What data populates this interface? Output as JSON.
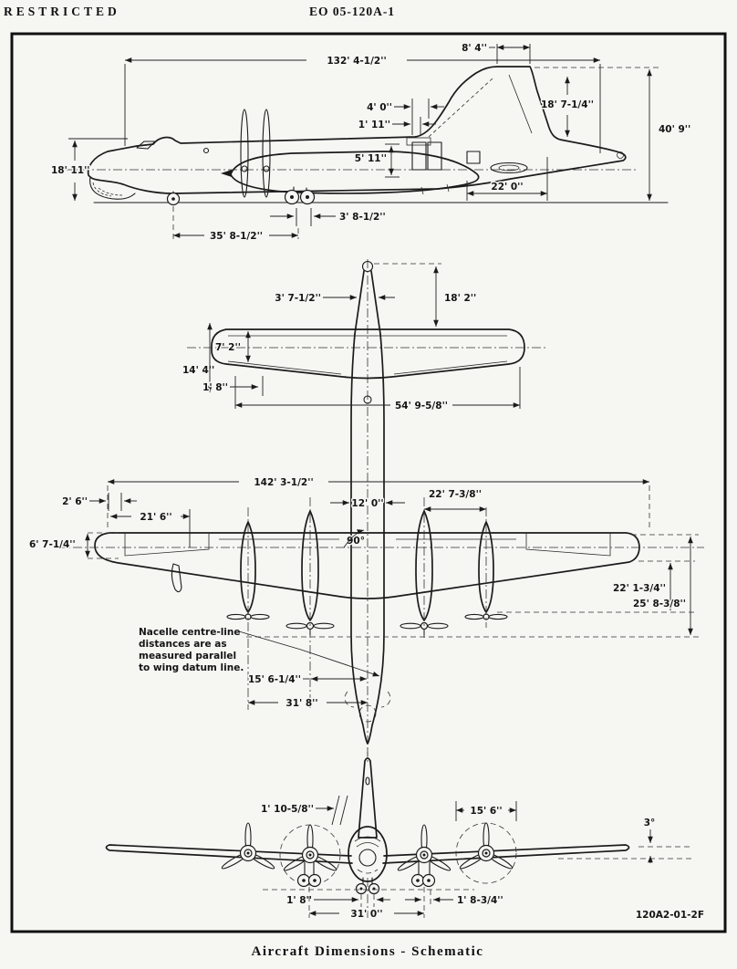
{
  "page": {
    "classification": "RESTRICTED",
    "doc_number": "EO 05-120A-1",
    "caption": "Aircraft Dimensions - Schematic",
    "figure_id": "120A2-01-2F"
  },
  "side_view": {
    "fin_tip_chord": "8' 4''",
    "overall_length": "132' 4-1/2''",
    "fin_height": "18' 7-1/4''",
    "overall_height": "40' 9''",
    "hatch_offset": "4' 0''",
    "hatch_width": "1' 11''",
    "door_height": "5' 11''",
    "fuselage_height": "18' 11''",
    "rear_taper_length": "22' 0''",
    "main_gear_offset": "3' 8-1/2''",
    "wheel_base": "35' 8-1/2''"
  },
  "plan_view": {
    "fin_tip_chord": "3' 7-1/2''",
    "fin_length": "18' 2''",
    "tailplane_tip_chord": "7' 2''",
    "tailplane_chord": "14' 4''",
    "elevator_offset": "1' 8''",
    "tailplane_span": "54' 9-5/8''",
    "wing_span": "142' 3-1/2''",
    "tip_chord_offset": "2' 6''",
    "aileron_span": "21' 6''",
    "fuselage_width": "12' 0''",
    "nacelle_spacing_outboard": "22' 7-3/8''",
    "wing_tip_chord": "6' 7-1/4''",
    "wing_angle": "90°",
    "tip_to_trailing_edge": "22' 1-3/4''",
    "root_chord": "25' 8-3/8''",
    "nacelle_inboard_distance": "15' 6-1/4''",
    "nacelle_span": "31' 8''",
    "note_lines": [
      "Nacelle centre-line",
      "distances are as",
      "measured parallel",
      "to wing datum line."
    ]
  },
  "front_view": {
    "prop_clearance": "1' 10-5/8''",
    "prop_diameter": "15' 6''",
    "dihedral_angle": "3°",
    "nose_wheel_track": "1' 8''",
    "main_wheel_track": "31' 0''",
    "main_gear_wheel_spacing": "1' 8-3/4''"
  }
}
